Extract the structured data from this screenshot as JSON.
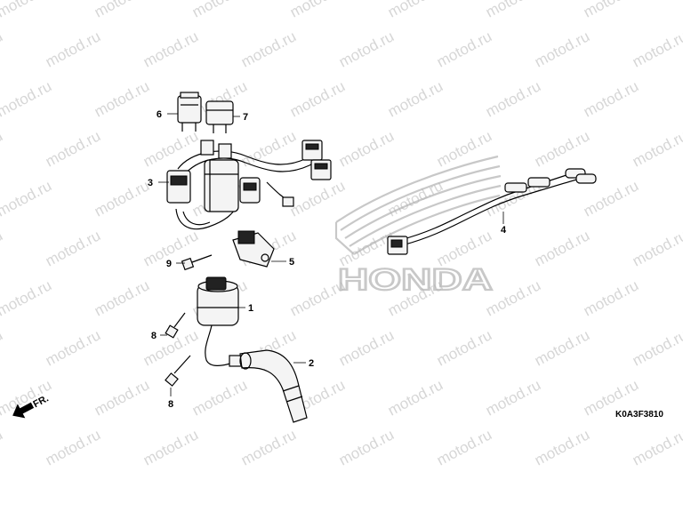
{
  "watermark": {
    "text": "motod.ru"
  },
  "logo": {
    "text": "HONDA",
    "color": "#c8c8c8"
  },
  "direction": {
    "text": "FR."
  },
  "diagram_code": "K0A3F3810",
  "callouts": [
    {
      "id": "1",
      "text": "1"
    },
    {
      "id": "2",
      "text": "2"
    },
    {
      "id": "3",
      "text": "3"
    },
    {
      "id": "4",
      "text": "4"
    },
    {
      "id": "5",
      "text": "5"
    },
    {
      "id": "6",
      "text": "6"
    },
    {
      "id": "7",
      "text": "7"
    },
    {
      "id": "8a",
      "text": "8"
    },
    {
      "id": "8b",
      "text": "8"
    },
    {
      "id": "9",
      "text": "9"
    }
  ]
}
